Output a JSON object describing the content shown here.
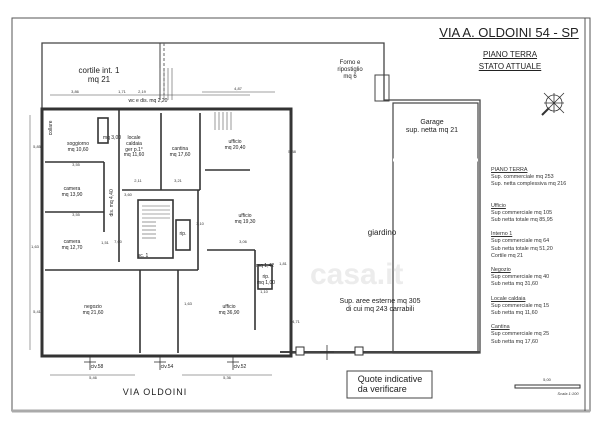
{
  "header": {
    "title": "VIA A. OLDOINI 54 - SP",
    "subtitle_1": "PIANO TERRA",
    "subtitle_2": "STATO ATTUALE"
  },
  "areas": {
    "cortile": [
      "cortile int. 1",
      "mq 21"
    ],
    "forno": [
      "Forno e",
      "ripostiglio",
      "mq 6"
    ],
    "garage": [
      "Garage",
      "sup. netta mq 21"
    ],
    "giardino": "giardino",
    "esterne": [
      "Sup. aree esterne mq 305",
      "di cui mq 243 carrabili"
    ],
    "street": "VIA OLDOINI",
    "note": [
      "Quote indicative",
      "da verificare"
    ]
  },
  "rooms": {
    "soggiorno": [
      "soggiorno",
      "mq 10,60"
    ],
    "camera1": [
      "camera",
      "mq 13,90"
    ],
    "camera2": [
      "camera",
      "mq 12,70"
    ],
    "negozio": [
      "negozio",
      "mq 21,60"
    ],
    "caldaia": [
      "locale",
      "caldaia",
      "ger p.1°",
      "mq 11,60"
    ],
    "cantina": [
      "cantina",
      "mq 17,60"
    ],
    "ufficio1": [
      "ufficio",
      "mq 20,40"
    ],
    "ufficio2": [
      "ufficio",
      "mq 19,30"
    ],
    "ufficio3": [
      "ufficio",
      "mq 36,90"
    ],
    "wc": "mq 3,00",
    "wc_dis": "wc e dis. mq 2,20",
    "rip": "rip.",
    "dis": "dis. mq 4,40",
    "mq142": "mq 1,42",
    "rip2": [
      "rip.",
      "mq 1,00"
    ],
    "civ58": "civ.58",
    "civ54": "civ.54",
    "civ52": "civ.52",
    "collare": "collare",
    "sc": "sc. 1"
  },
  "dims": [
    "3,86",
    "1,71",
    "2,19",
    "4,87",
    "3,55",
    "3,55",
    "2,11",
    "3,21",
    "3,06",
    "5,46",
    "5,36",
    "1,51",
    "1,10",
    "1,81",
    "1,63",
    "5,85",
    "5,41",
    "5,88",
    "4,71",
    "3,60",
    "3,10",
    "7,00",
    "1,63"
  ],
  "legend": {
    "title": "PIANO TERRA",
    "lines_0": [
      "Sup. commerciale mq 253",
      "Sup. netta complessiva mq 216"
    ],
    "sections": [
      {
        "head": "Ufficio",
        "lines": [
          "Sup commerciale mq 105",
          "Sub netta totale mq 85,95"
        ]
      },
      {
        "head": "Interno 1",
        "lines": [
          "Sup commerciale mq 64",
          "Sub netta totale mq 51,20",
          "Cortile mq 21"
        ]
      },
      {
        "head": "Negozio",
        "lines": [
          "Sup commerciale mq 40",
          "Sub netta mq 31,60"
        ]
      },
      {
        "head": "Locale caldaia",
        "lines": [
          "Sup commerciale mq 15",
          "Sub netta mq 11,60"
        ]
      },
      {
        "head": "Cantina",
        "lines": [
          "Sup commerciale mq 25",
          "Sub netta mq 17,60"
        ]
      }
    ]
  },
  "scale": {
    "length": "5,00",
    "label": "Scala 1:100"
  },
  "watermark": "casa.it"
}
